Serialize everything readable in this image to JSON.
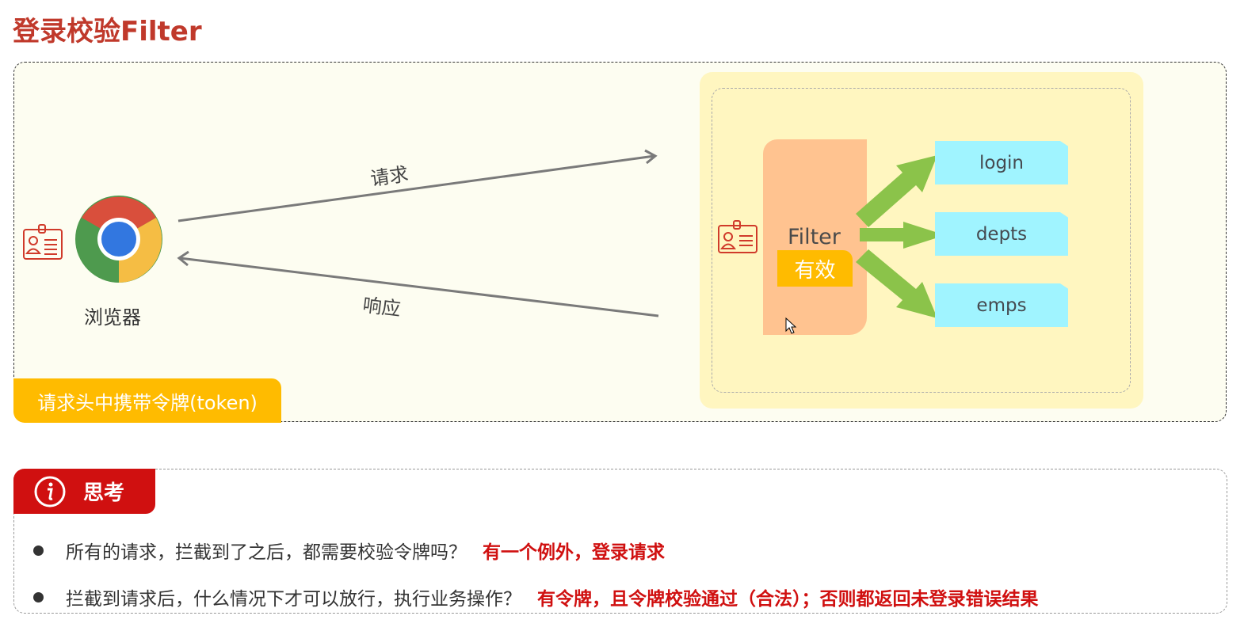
{
  "title": "登录校验Filter",
  "diagram": {
    "browser_label": "浏览器",
    "request_label": "请求",
    "response_label": "响应",
    "token_tab": "请求头中携带令牌(token)",
    "filter_label": "Filter",
    "valid_badge": "有效",
    "routes": [
      "login",
      "depts",
      "emps"
    ],
    "colors": {
      "title": "#c0392b",
      "server_zone": "#fff6c0",
      "filter_block": "#ffc390",
      "valid_badge": "#ffbb00",
      "route_box": "#a0f4ff",
      "green_arrow": "#8bc34a",
      "token_tab": "#ffbb00",
      "id_card_icon": "#d03a2a"
    }
  },
  "think": {
    "label": "思考",
    "items": [
      {
        "question": "所有的请求，拦截到了之后，都需要校验令牌吗？",
        "answer": "有一个例外，登录请求"
      },
      {
        "question": "拦截到请求后，什么情况下才可以放行，执行业务操作？",
        "answer": "有令牌，且令牌校验通过（合法）；否则都返回未登录错误结果"
      }
    ]
  }
}
